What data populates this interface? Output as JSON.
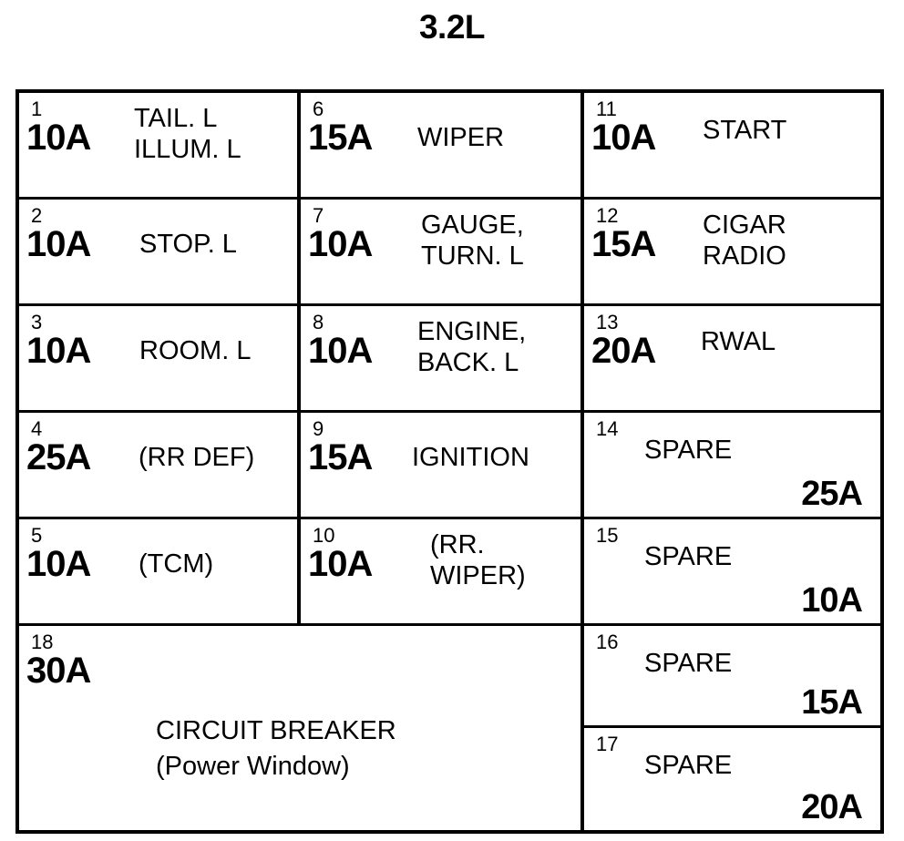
{
  "title": "3.2L",
  "colors": {
    "ink": "#000000",
    "background": "#ffffff"
  },
  "fusebox": {
    "columns": [
      "left",
      "middle",
      "right"
    ],
    "left_column": [
      {
        "number": "1",
        "amperage": "10A",
        "label": "TAIL. L\nILLUM. L",
        "lines": 2
      },
      {
        "number": "2",
        "amperage": "10A",
        "label": "STOP. L",
        "lines": 1
      },
      {
        "number": "3",
        "amperage": "10A",
        "label": "ROOM. L",
        "lines": 1
      },
      {
        "number": "4",
        "amperage": "25A",
        "label": "(RR DEF)",
        "lines": 1
      },
      {
        "number": "5",
        "amperage": "10A",
        "label": "(TCM)",
        "lines": 1
      }
    ],
    "middle_column": [
      {
        "number": "6",
        "amperage": "15A",
        "label": "WIPER",
        "lines": 1
      },
      {
        "number": "7",
        "amperage": "10A",
        "label": "GAUGE,\nTURN. L",
        "lines": 2
      },
      {
        "number": "8",
        "amperage": "10A",
        "label": "ENGINE,\nBACK. L",
        "lines": 2
      },
      {
        "number": "9",
        "amperage": "15A",
        "label": "IGNITION",
        "lines": 1
      },
      {
        "number": "10",
        "amperage": "10A",
        "label": "(RR.\nWIPER)",
        "lines": 2
      }
    ],
    "right_column": [
      {
        "number": "11",
        "amperage": "10A",
        "label": "START",
        "lines": 1,
        "spare": false
      },
      {
        "number": "12",
        "amperage": "15A",
        "label": "CIGAR\nRADIO",
        "lines": 2,
        "spare": false
      },
      {
        "number": "13",
        "amperage": "20A",
        "label": "RWAL",
        "lines": 1,
        "spare": false
      },
      {
        "number": "14",
        "amperage": "25A",
        "label": "SPARE",
        "lines": 1,
        "spare": true
      },
      {
        "number": "15",
        "amperage": "10A",
        "label": "SPARE",
        "lines": 1,
        "spare": true
      },
      {
        "number": "16",
        "amperage": "15A",
        "label": "SPARE",
        "lines": 1,
        "spare": true
      },
      {
        "number": "17",
        "amperage": "20A",
        "label": "SPARE",
        "lines": 1,
        "spare": true
      }
    ],
    "breaker": {
      "number": "18",
      "amperage": "30A",
      "caption": "CIRCUIT BREAKER\n(Power Window)"
    }
  }
}
